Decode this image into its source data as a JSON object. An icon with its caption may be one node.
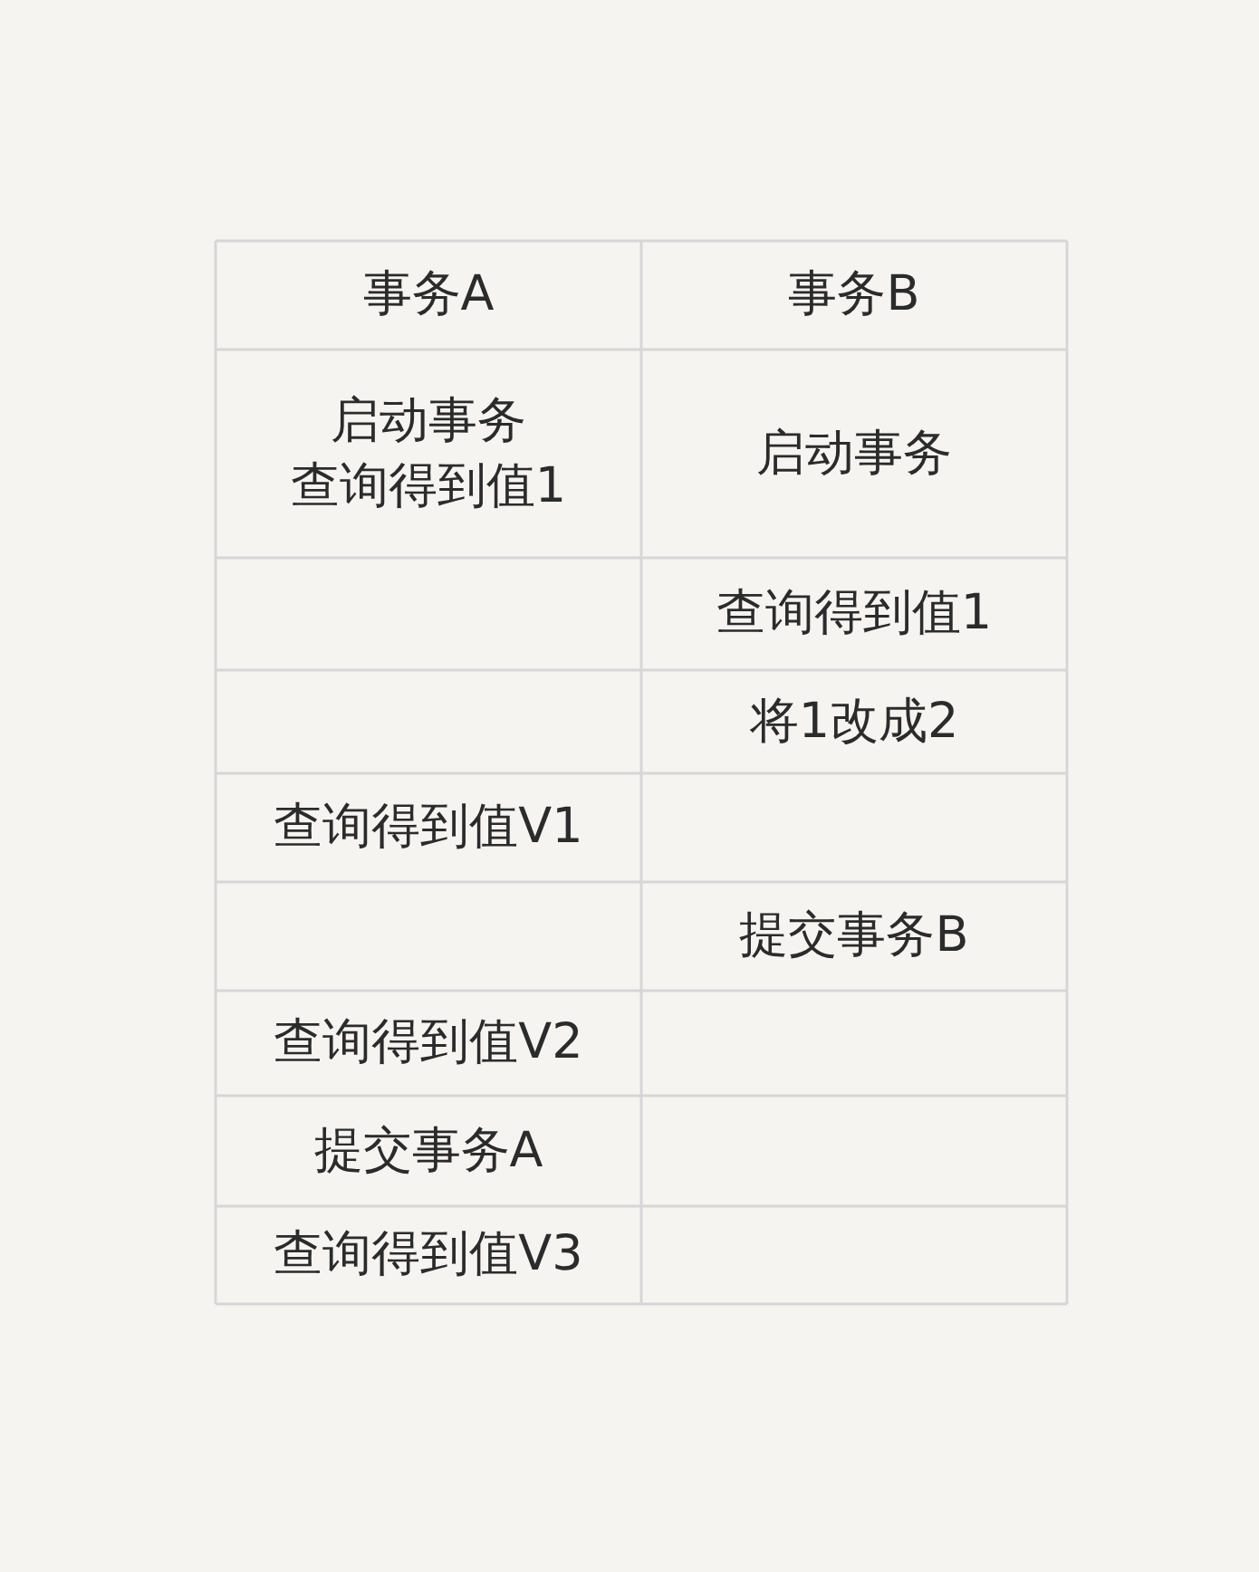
{
  "diagram": {
    "labels": [
      "事务A",
      "事务B",
      "启动事务",
      "查询得到值1",
      "启动事务",
      "查询得到值1",
      "将1改成2",
      "查询得到值V1",
      "提交事务B",
      "查询得到值V2",
      "提交事务A",
      "查询得到值V3"
    ]
  }
}
